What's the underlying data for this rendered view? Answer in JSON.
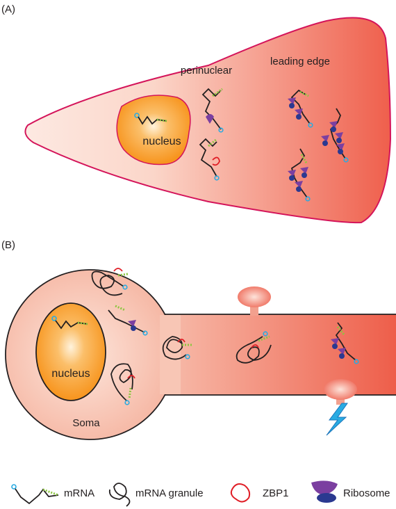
{
  "panel_a": {
    "label": "(A)",
    "nucleus_label": "nucleus",
    "perinuclear_label": "perinuclear",
    "leading_edge_label": "leading edge"
  },
  "panel_b": {
    "label": "(B)",
    "nucleus_label": "nucleus",
    "soma_label": "Soma"
  },
  "legend": {
    "mrna": "mRNA",
    "granule": "mRNA granule",
    "zbp1": "ZBP1",
    "ribosome": "Ribosome"
  },
  "colors": {
    "cell_edge": "#d4145a",
    "cell_fill_dark": "#ef5f4c",
    "cell_fill_light": "#fde9e2",
    "nucleus": "#f7941d",
    "mrna_cap": "#29abe2",
    "polyA": "#8cc63f",
    "zbp1": "#e01e26",
    "ribosome_large": "#7b3fa0",
    "ribosome_small": "#2b3990",
    "lightning": "#29abe2"
  }
}
